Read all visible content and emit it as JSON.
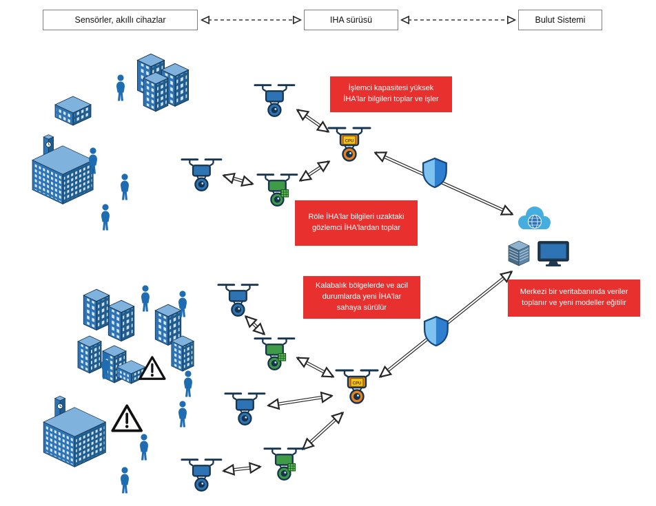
{
  "header": {
    "sensors_label": "Sensörler, akıllı cihazlar",
    "swarm_label": "IHA sürüsü",
    "cloud_label": "Bulut Sistemi"
  },
  "annotations": {
    "processing": "İşlemci kapasitesi yüksek İHA'lar bilgileri toplar ve işler",
    "relay": "Röle İHA'lar bilgileri uzaktaki gözlemci İHA'lardan toplar",
    "deployment": "Kalabalık bölgelerde ve acil durumlarda yeni İHA'lar sahaya sürülür",
    "database": "Merkezi bir veritabanında veriler toplanır ve yeni modeller eğitilir"
  },
  "drones": {
    "cpu_chip_label": "CPU"
  },
  "colors": {
    "callout_red": "#e8312f",
    "drone_blue": "#2e74b5",
    "drone_green": "#3f9b48",
    "drone_orange": "#e8821e",
    "building_blue": "#2e74b5",
    "shield_blue": "#2f7fd0"
  }
}
